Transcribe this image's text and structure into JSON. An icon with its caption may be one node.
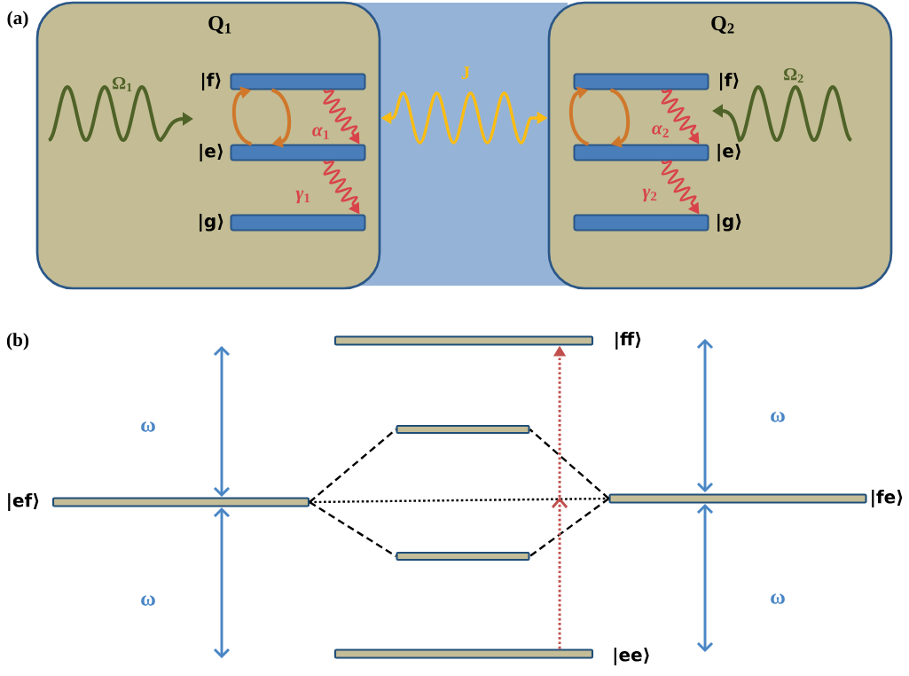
{
  "diagram": {
    "nodes": [
      {
        "text": [
          "Q$_{1}$"
        ]
      },
      {
        "text": [
          "Q$_{2}$"
        ]
      },
      {
        "text": [],
        "shape": "bar",
        "in": 0,
        "beside": [
          "|f⟩"
        ]
      },
      {
        "text": [],
        "shape": "bar",
        "in": 0,
        "beside": [
          "|e⟩"
        ]
      },
      {
        "text": [],
        "shape": "bar",
        "in": 0,
        "beside": [
          "|g⟩"
        ]
      },
      {
        "text": [],
        "shape": "bar",
        "in": 1,
        "beside": [
          "|f⟩"
        ]
      },
      {
        "text": [],
        "shape": "bar",
        "in": 1,
        "beside": [
          "|e⟩"
        ]
      },
      {
        "text": [],
        "shape": "bar",
        "in": 1,
        "beside": [
          "|g⟩"
        ]
      },
      {
        "text": [],
        "shape": "bar",
        "beside": [
          "|ff⟩"
        ]
      },
      {
        "text": [],
        "shape": "bar"
      },
      {
        "text": [],
        "shape": "bar",
        "beside": [
          "|ef⟩"
        ]
      },
      {
        "text": [],
        "shape": "bar",
        "beside": [
          "|fe⟩"
        ]
      },
      {
        "text": [],
        "shape": "bar"
      },
      {
        "text": [],
        "shape": "bar",
        "beside": [
          "|ee⟩"
        ]
      }
    ],
    "edges": [
      {
        "from": 0,
        "to": 1,
        "arrow": "both",
        "label": "J",
        "color": "#fbbd13"
      },
      {
        "from": 3,
        "to": 2,
        "arrow": "to",
        "color": "#d0772b"
      },
      {
        "from": 2,
        "to": 3,
        "arrow": "to",
        "color": "#d0772b"
      },
      {
        "from": 2,
        "to": 3,
        "arrow": "to",
        "label": "*α*$_{1}$",
        "color": "#d9434a"
      },
      {
        "from": 3,
        "to": 4,
        "arrow": "to",
        "label": "*γ*$_{1}$",
        "color": "#d9434a"
      },
      {
        "from": 6,
        "to": 5,
        "arrow": "to",
        "color": "#d0772b"
      },
      {
        "from": 5,
        "to": 6,
        "arrow": "to",
        "color": "#d0772b"
      },
      {
        "from": 5,
        "to": 6,
        "arrow": "to",
        "label": "*α*$_{2}$",
        "color": "#d9434a"
      },
      {
        "from": 6,
        "to": 7,
        "arrow": "to",
        "label": "*γ*$_{2}$",
        "color": "#d9434a"
      },
      {
        "from": 10,
        "to": 9,
        "arrow": "none",
        "style": "dashed"
      },
      {
        "from": 10,
        "to": 12,
        "arrow": "none",
        "style": "dashed"
      },
      {
        "from": 10,
        "to": 11,
        "arrow": "none",
        "style": "dashed"
      },
      {
        "from": 11,
        "to": 9,
        "arrow": "none",
        "style": "dashed"
      },
      {
        "from": 11,
        "to": 12,
        "arrow": "none",
        "style": "dashed"
      },
      {
        "from": 13,
        "to": 8,
        "arrow": "to",
        "style": "dashed",
        "color": "#c0504d"
      }
    ],
    "labels": [
      "(a)",
      "Ω$_{1}$",
      "Ω$_{2}$",
      "(b)",
      "ω",
      "ω",
      "ω",
      "ω"
    ]
  }
}
